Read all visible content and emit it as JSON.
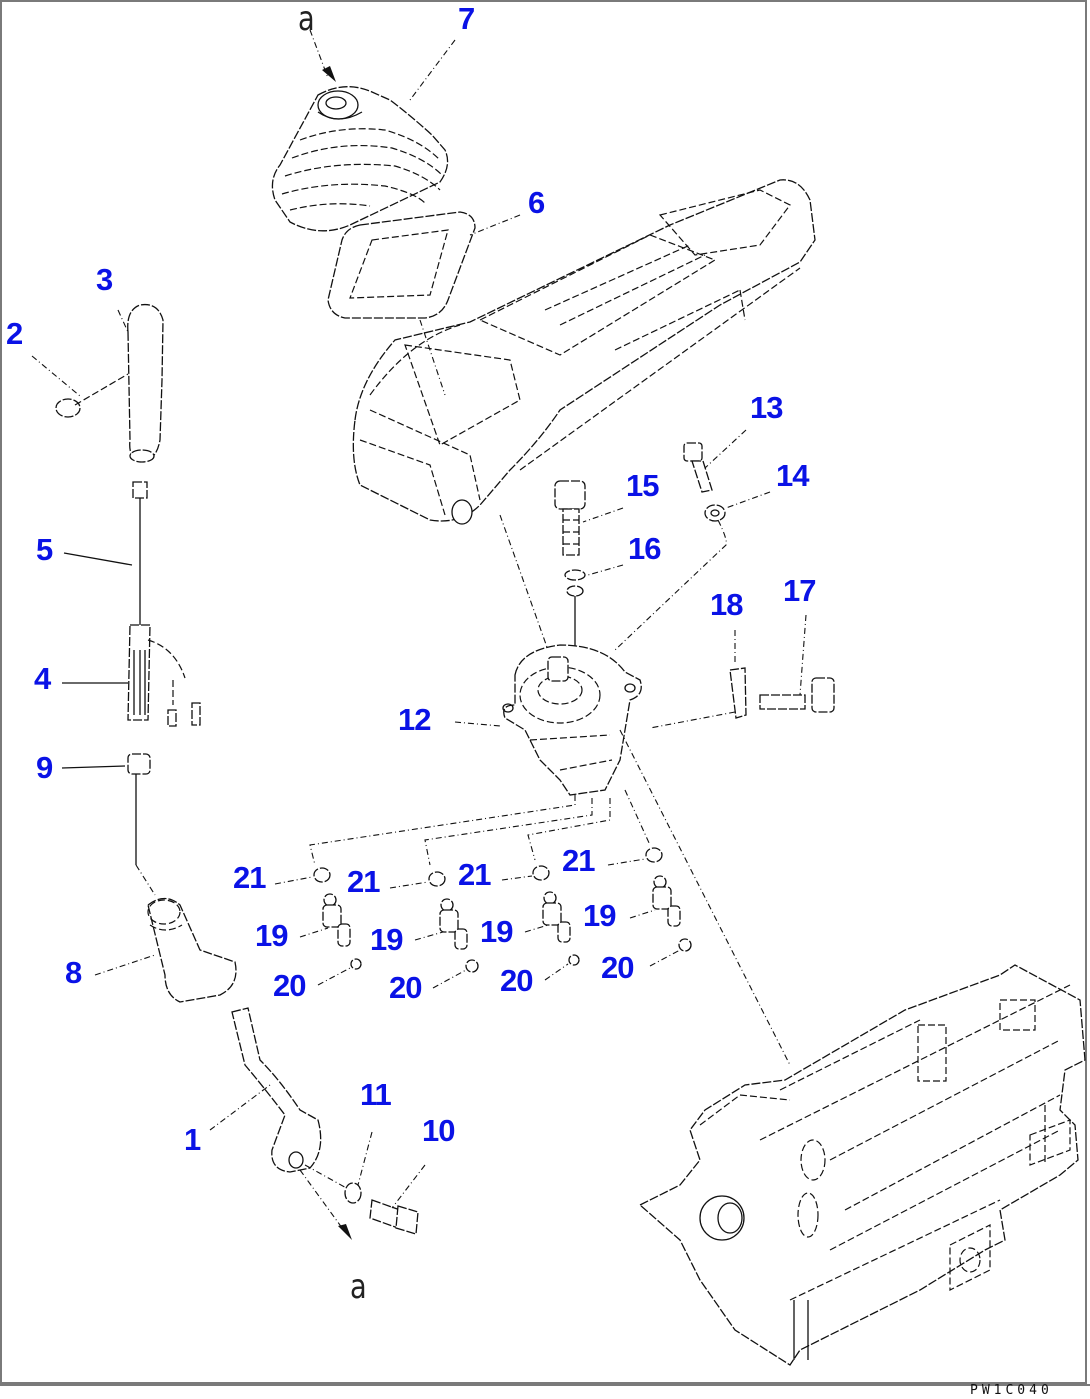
{
  "diagram": {
    "type": "exploded parts diagram",
    "drawing_id": "PW1C040",
    "reference_mark": "a",
    "callout_color": "#0a12e6",
    "line_color": "#111111",
    "callouts": [
      {
        "id": "c1",
        "label": "1"
      },
      {
        "id": "c2",
        "label": "2"
      },
      {
        "id": "c3",
        "label": "3"
      },
      {
        "id": "c4",
        "label": "4"
      },
      {
        "id": "c5",
        "label": "5"
      },
      {
        "id": "c6",
        "label": "6"
      },
      {
        "id": "c7",
        "label": "7"
      },
      {
        "id": "c8",
        "label": "8"
      },
      {
        "id": "c9",
        "label": "9"
      },
      {
        "id": "c10",
        "label": "10"
      },
      {
        "id": "c11",
        "label": "11"
      },
      {
        "id": "c12",
        "label": "12"
      },
      {
        "id": "c13",
        "label": "13"
      },
      {
        "id": "c14",
        "label": "14"
      },
      {
        "id": "c15",
        "label": "15"
      },
      {
        "id": "c16",
        "label": "16"
      },
      {
        "id": "c17",
        "label": "17"
      },
      {
        "id": "c18",
        "label": "18"
      },
      {
        "id": "c19a",
        "label": "19"
      },
      {
        "id": "c19b",
        "label": "19"
      },
      {
        "id": "c19c",
        "label": "19"
      },
      {
        "id": "c19d",
        "label": "19"
      },
      {
        "id": "c20a",
        "label": "20"
      },
      {
        "id": "c20b",
        "label": "20"
      },
      {
        "id": "c20c",
        "label": "20"
      },
      {
        "id": "c20d",
        "label": "20"
      },
      {
        "id": "c21a",
        "label": "21"
      },
      {
        "id": "c21b",
        "label": "21"
      },
      {
        "id": "c21c",
        "label": "21"
      },
      {
        "id": "c21d",
        "label": "21"
      }
    ]
  }
}
